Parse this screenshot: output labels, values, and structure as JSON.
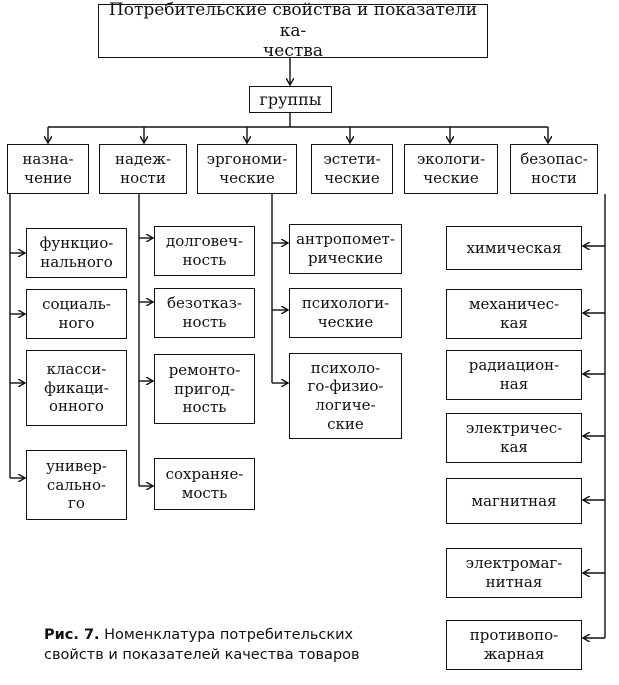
{
  "title": "Потребительские свойства и показатели ка-\nчества",
  "groups_label": "группы",
  "categories": [
    "назна-\nчение",
    "надеж-\nности",
    "эргономи-\nческие",
    "эстети-\nческие",
    "экологи-\nческие",
    "безопас-\nности"
  ],
  "purpose_items": [
    "функцио-\nнального",
    "социаль-\nного",
    "класси-\nфикаци-\nонного",
    "универ-\nсально-\nго"
  ],
  "reliability_items": [
    "долговеч-\nность",
    "безотказ-\nность",
    "ремонто-\nпригод-\nность",
    "сохраняе-\nмость"
  ],
  "ergonomic_items": [
    "антропомет-\nрические",
    "психологи-\nческие",
    "психоло-\nго-физио-\nлогиче-\nские"
  ],
  "safety_items": [
    "химическая",
    "механичес-\nкая",
    "радиацион-\nная",
    "электричес-\nкая",
    "магнитная",
    "электромаг-\nнитная",
    "противопо-\nжарная"
  ],
  "caption": {
    "label": "Рис. 7.",
    "text": " Номенклатура потребительских\nсвойств и показателей качества товаров"
  }
}
